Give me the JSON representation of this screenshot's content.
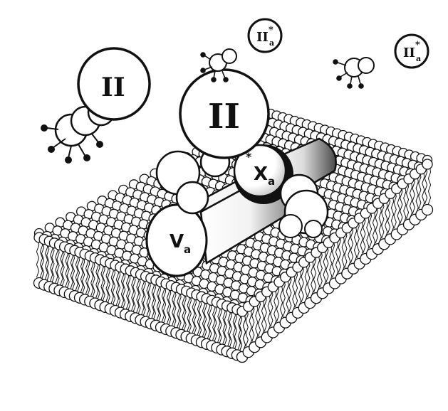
{
  "colors": {
    "ink": "#111111",
    "paper": "#ffffff",
    "lipid_fill": "#ffffff",
    "shadow": "#555555"
  },
  "labels": {
    "prothrombin_far": "II",
    "prothrombin_bound": "II",
    "thrombin_1": "II",
    "thrombin_1_sub": "a",
    "thrombin_2": "II",
    "thrombin_2_sub": "a",
    "factor_xa": "X",
    "factor_xa_sub": "a",
    "factor_va": "V",
    "factor_va_sub": "a"
  }
}
